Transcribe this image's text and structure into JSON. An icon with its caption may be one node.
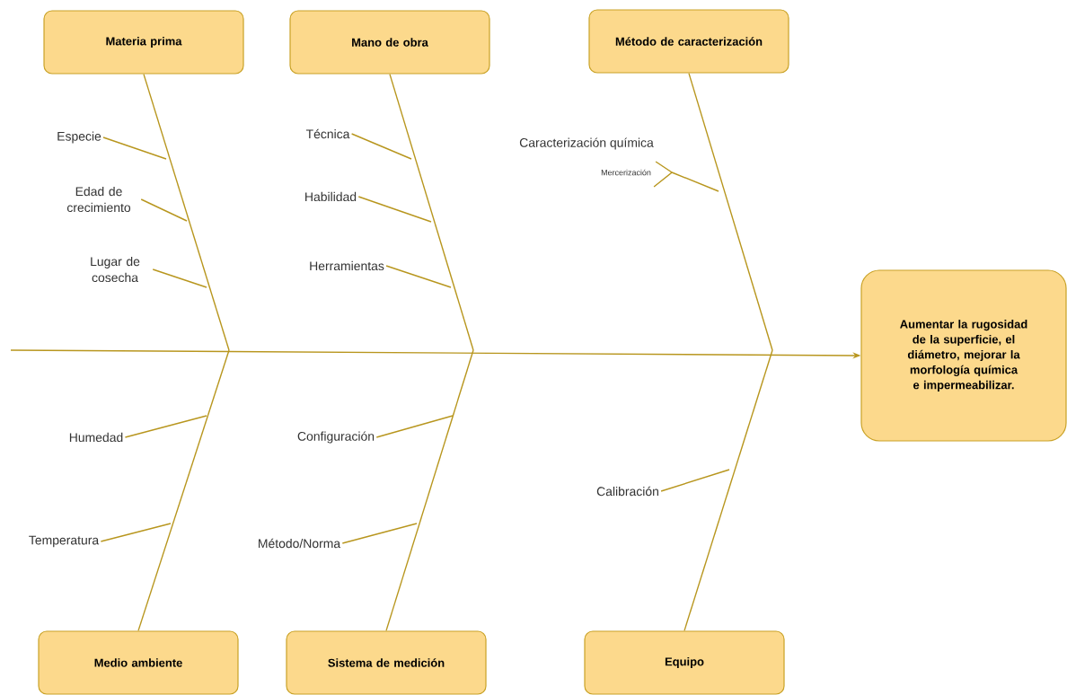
{
  "diagram": {
    "nodes": [
      {
        "text": [
          "Materia prima"
        ]
      },
      {
        "text": [
          "Mano de obra"
        ]
      },
      {
        "text": [
          "Método de caracterización"
        ]
      },
      {
        "text": [
          "Aumentar la rugosidad de la superficie, el diámetro, mejorar la morfología química e impermeabilizar."
        ]
      },
      {
        "text": [
          "Especie"
        ]
      },
      {
        "text": [
          "Edad de crecimiento"
        ]
      },
      {
        "text": [
          "Lugar de cosecha"
        ]
      },
      {
        "text": [
          "Técnica"
        ]
      },
      {
        "text": [
          "Habilidad"
        ]
      },
      {
        "text": [
          "Herramientas"
        ]
      },
      {
        "text": [
          "Mercerización"
        ]
      },
      {
        "text": [
          "Humedad"
        ]
      },
      {
        "text": [
          "Temperatura"
        ]
      },
      {
        "text": [
          "Configuración"
        ]
      },
      {
        "text": [
          "Método/Norma"
        ]
      },
      {
        "text": [
          "Calibración"
        ]
      },
      {
        "text": [
          "Medio ambiente"
        ]
      },
      {
        "text": [
          "Sistema de medición"
        ]
      },
      {
        "text": [
          "Equipo"
        ]
      }
    ],
    "edges": [
      {
        "from": null,
        "to": 3,
        "arrow": "to"
      },
      {
        "from": 0,
        "to": null,
        "arrow": "none"
      },
      {
        "from": 1,
        "to": null,
        "arrow": "none"
      },
      {
        "from": 2,
        "to": null,
        "arrow": "none"
      },
      {
        "from": 16,
        "to": null,
        "arrow": "none"
      },
      {
        "from": 17,
        "to": null,
        "arrow": "none"
      },
      {
        "from": 18,
        "to": null,
        "arrow": "none"
      },
      {
        "from": 4,
        "to": null,
        "arrow": "none"
      },
      {
        "from": 5,
        "to": null,
        "arrow": "none"
      },
      {
        "from": 6,
        "to": null,
        "arrow": "none"
      },
      {
        "from": 7,
        "to": null,
        "arrow": "none"
      },
      {
        "from": 8,
        "to": null,
        "arrow": "none"
      },
      {
        "from": 9,
        "to": null,
        "arrow": "none"
      },
      {
        "from": 10,
        "to": null,
        "arrow": "other"
      },
      {
        "from": 11,
        "to": null,
        "arrow": "none"
      },
      {
        "from": 12,
        "to": null,
        "arrow": "none"
      },
      {
        "from": 13,
        "to": null,
        "arrow": "none"
      },
      {
        "from": 14,
        "to": null,
        "arrow": "none"
      },
      {
        "from": 15,
        "to": null,
        "arrow": "none"
      }
    ],
    "labels": [
      "Caracterización química"
    ]
  }
}
